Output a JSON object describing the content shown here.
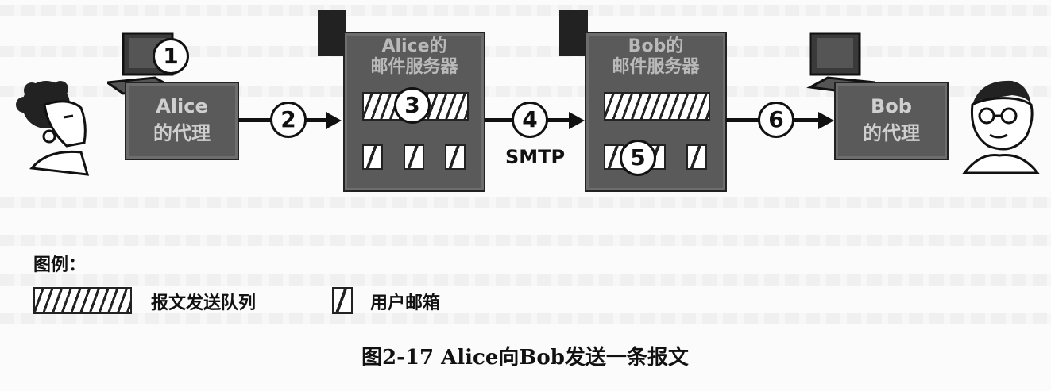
{
  "diagram": {
    "alice_agent_label": "Alice\n的代理",
    "alice_server_label": "Alice的\n邮件服务器",
    "bob_server_label": "Bob的\n邮件服务器",
    "bob_agent_label": "Bob\n的代理",
    "steps": [
      "1",
      "2",
      "3",
      "4",
      "5",
      "6"
    ],
    "protocol_label": "SMTP"
  },
  "legend": {
    "title": "图例：",
    "queue_label": "报文发送队列",
    "mailbox_label": "用户邮箱"
  },
  "caption": "图2-17  Alice向Bob发送一条报文"
}
